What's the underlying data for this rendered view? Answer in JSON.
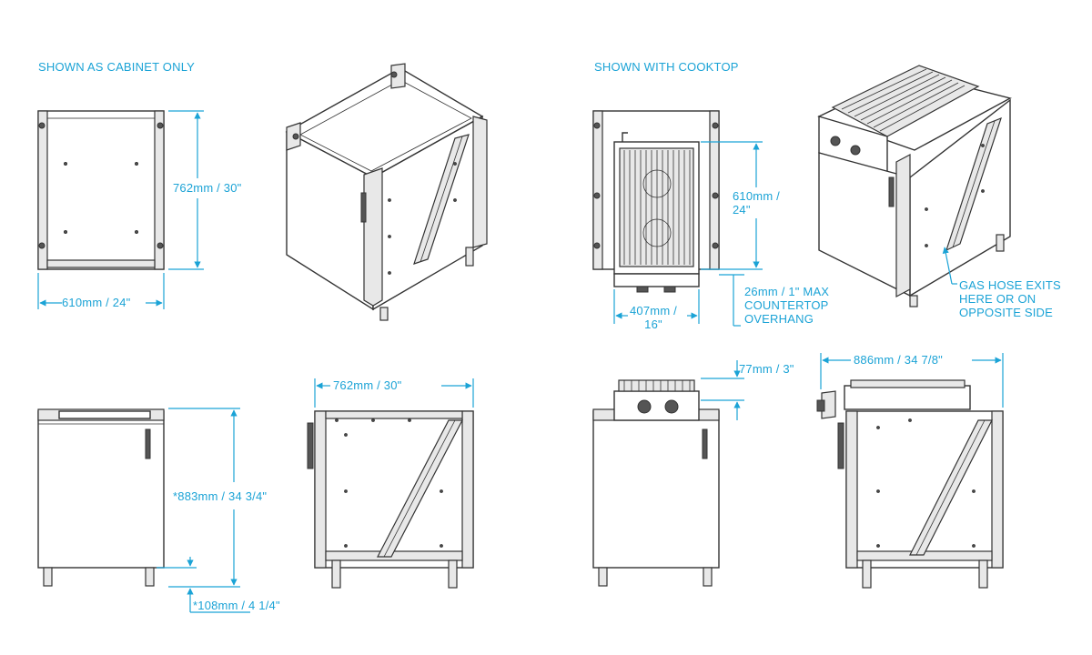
{
  "headings": {
    "cabinet_only": "SHOWN AS CABINET ONLY",
    "with_cooktop": "SHOWN WITH COOKTOP"
  },
  "dimensions": {
    "cab_top_height": "762mm / 30\"",
    "cab_top_width": "610mm / 24\"",
    "cooktop_top_depth": "610mm /\n24\"",
    "cooktop_cutout_width": "407mm /\n16\"",
    "countertop_overhang": "26mm / 1\" MAX\nCOUNTERTOP\nOVERHANG",
    "gas_hose_note": "GAS HOSE EXITS\nHERE OR ON\nOPPOSITE SIDE",
    "front_height": "*883mm / 34 3/4\"",
    "leg_height": "*108mm / 4 1/4\"",
    "side_width": "762mm / 30\"",
    "cooktop_height": "77mm / 3\"",
    "cooktop_side_width": "886mm / 34 7/8\""
  },
  "colors": {
    "dimension": "#1ba3d6",
    "outline": "#333333"
  }
}
